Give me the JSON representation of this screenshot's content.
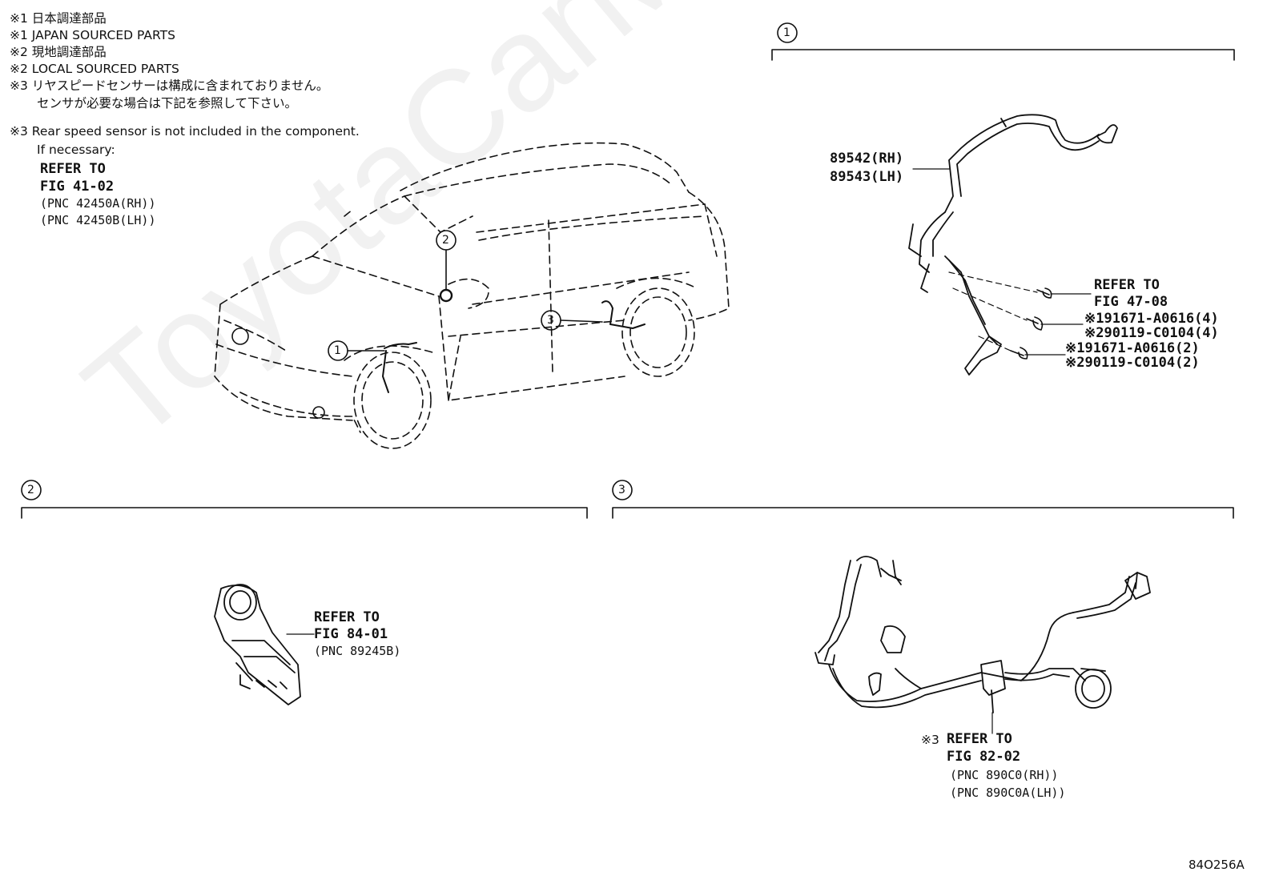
{
  "notes": {
    "n1_jp": "※1 日本調達部品",
    "n1_en": "※1 JAPAN SOURCED PARTS",
    "n2_jp": "※2 現地調達部品",
    "n2_en": "※2 LOCAL SOURCED PARTS",
    "n3_jp_1": "※3 リヤスピードセンサーは構成に含まれておりません。",
    "n3_jp_2": "センサが必要な場合は下記を参照して下さい。",
    "n3_en_1": "※3 Rear speed sensor is not included in the component.",
    "n3_en_2": "If necessary:",
    "refer_to": "REFER TO",
    "fig": "FIG 41-02",
    "pnc_rh": "(PNC 42450A(RH))",
    "pnc_lh": "(PNC 42450B(LH))"
  },
  "callouts": {
    "c1": "1",
    "c2": "2",
    "c3": "3"
  },
  "panel1": {
    "num": "1",
    "part_rh": "89542(RH)",
    "part_lh": "89543(LH)",
    "refer_to": "REFER TO",
    "fig": "FIG 47-08",
    "bolt1": "※191671-A0616(4)",
    "bolt2": "※290119-C0104(4)",
    "bolt3": "※191671-A0616(2)",
    "bolt4": "※290119-C0104(2)"
  },
  "panel2": {
    "num": "2",
    "refer_to": "REFER TO",
    "fig": "FIG 84-01",
    "pnc": "(PNC 89245B)"
  },
  "panel3": {
    "num": "3",
    "mark": "※3",
    "refer_to": "REFER TO",
    "fig": "FIG 82-02",
    "pnc_rh": "(PNC 890C0(RH))",
    "pnc_lh": "(PNC 890C0A(LH))"
  },
  "watermark": "ToyotaCarMine.ru",
  "drawing_code": "84O256A"
}
